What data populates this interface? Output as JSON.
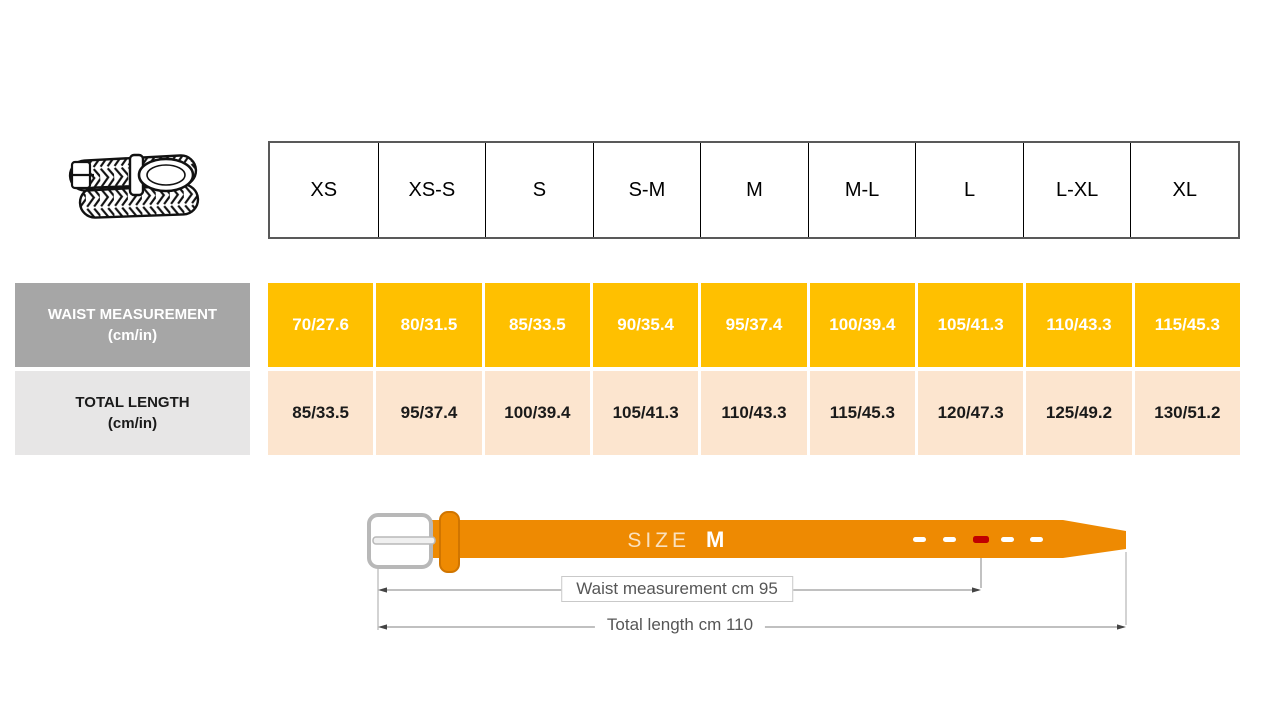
{
  "chart_data": {
    "type": "table",
    "columns": [
      "XS",
      "XS-S",
      "S",
      "S-M",
      "M",
      "M-L",
      "L",
      "L-XL",
      "XL"
    ],
    "rows": [
      {
        "label": "WAIST MEASUREMENT (cm/in)",
        "values": [
          "70/27.6",
          "80/31.5",
          "85/33.5",
          "90/35.4",
          "95/37.4",
          "100/39.4",
          "105/41.3",
          "110/43.3",
          "115/45.3"
        ]
      },
      {
        "label": "TOTAL LENGTH (cm/in)",
        "values": [
          "85/33.5",
          "95/37.4",
          "100/39.4",
          "105/41.3",
          "110/43.3",
          "115/45.3",
          "120/47.3",
          "125/49.2",
          "130/51.2"
        ]
      }
    ]
  },
  "labels": {
    "waist_line1": "WAIST MEASUREMENT",
    "waist_line2": "(cm/in)",
    "length_line1": "TOTAL LENGTH",
    "length_line2": "(cm/in)"
  },
  "diagram": {
    "size_label": "SIZE",
    "size_value": "M",
    "waist_caption": "Waist measurement cm 95",
    "length_caption": "Total length cm 110",
    "waist_cm": "95",
    "total_cm": "110"
  },
  "icons": {
    "belt_icon": "braided-belt-icon",
    "buckle": "belt-buckle-icon",
    "red_hole": "selected-size-hole"
  },
  "colors": {
    "gold_cell": "#FFC000",
    "peach_cell": "#FCE5CF",
    "gray_label_bg": "#A6A6A6",
    "light_gray_label_bg": "#E7E6E6",
    "belt_orange": "#EE8A02",
    "keeper_orange_border": "#D07500",
    "hole_red": "#C00000",
    "dimension_line": "#aaaaaa",
    "caption_text": "#565656"
  }
}
